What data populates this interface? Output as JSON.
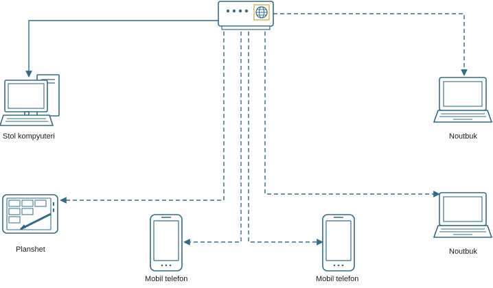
{
  "colors": {
    "stroke": "#2e6b8a",
    "globe_box_border": "#d9b24a",
    "device_fill": "#ffffff"
  },
  "nodes": {
    "router": {
      "icon": "router-icon",
      "globe_icon": "globe-icon"
    },
    "desktop": {
      "label": "Stol kompyuteri",
      "icon": "desktop-computer-icon"
    },
    "tablet": {
      "label": "Planshet",
      "icon": "tablet-icon"
    },
    "phone_left": {
      "label": "Mobil telefon",
      "icon": "mobile-phone-icon"
    },
    "phone_right": {
      "label": "Mobil telefon",
      "icon": "mobile-phone-icon"
    },
    "laptop_top": {
      "label": "Noutbuk",
      "icon": "laptop-icon"
    },
    "laptop_bottom": {
      "label": "Noutbuk",
      "icon": "laptop-icon"
    }
  },
  "edges": [
    {
      "from": "router",
      "to": "desktop",
      "style": "solid"
    },
    {
      "from": "router",
      "to": "laptop_top",
      "style": "dashed"
    },
    {
      "from": "router",
      "to": "tablet",
      "style": "dashed"
    },
    {
      "from": "router",
      "to": "phone_left",
      "style": "dashed"
    },
    {
      "from": "router",
      "to": "phone_right",
      "style": "dashed"
    },
    {
      "from": "router",
      "to": "laptop_bottom",
      "style": "dashed"
    }
  ]
}
